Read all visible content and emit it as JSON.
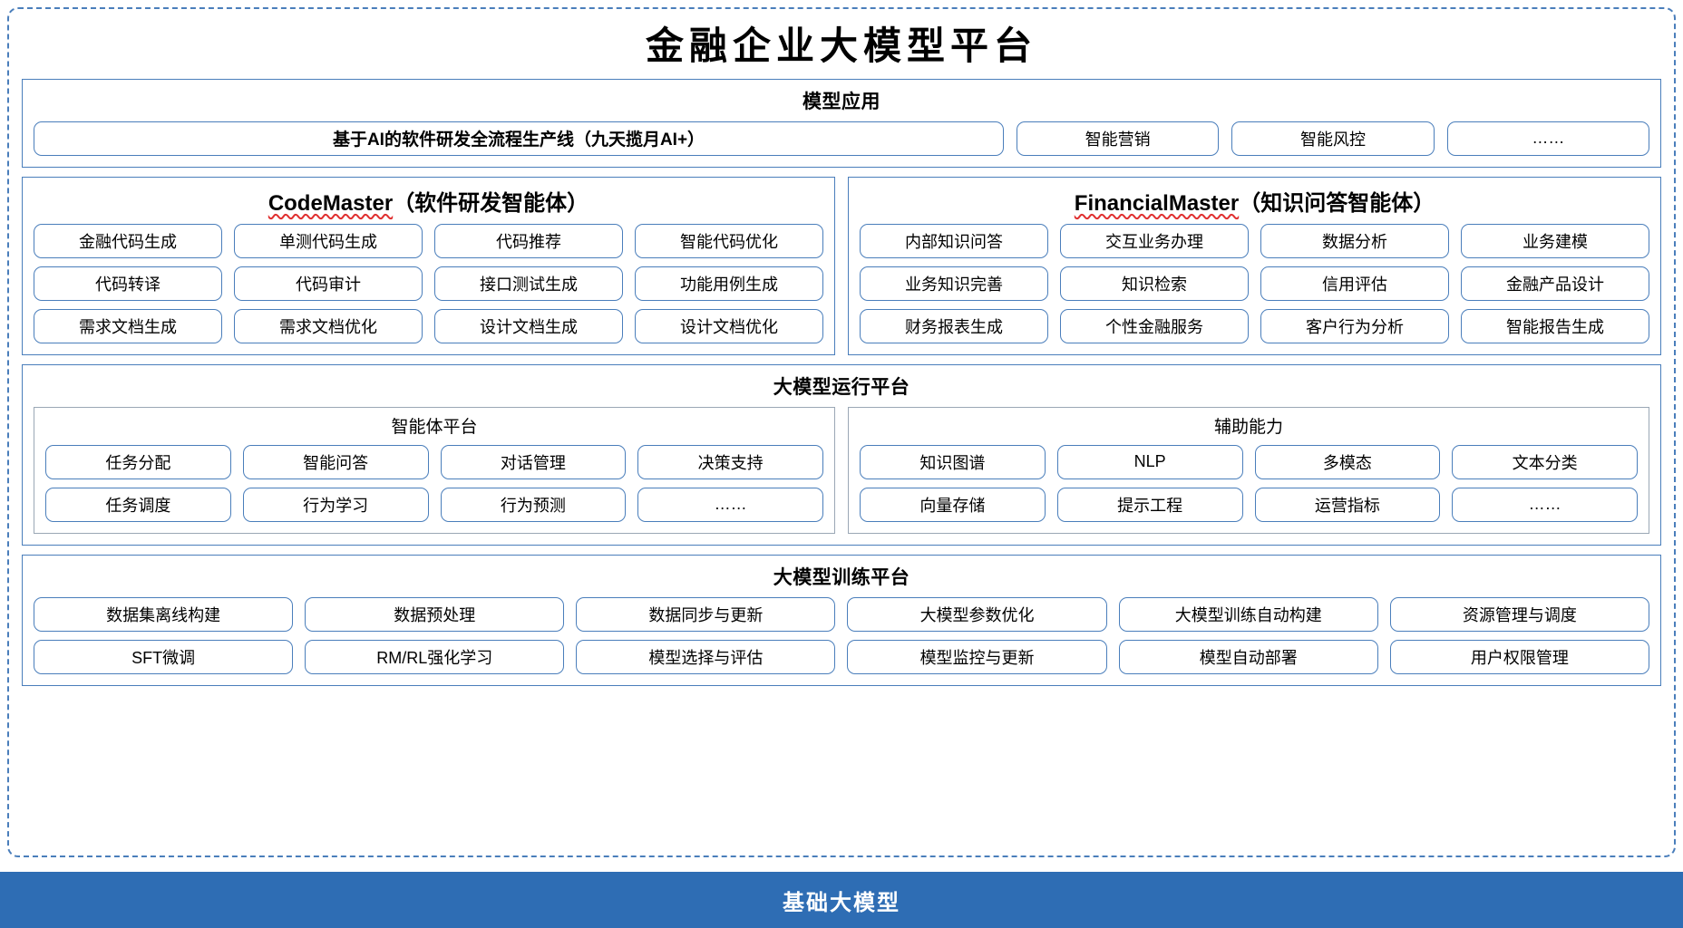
{
  "title": "金融企业大模型平台",
  "colors": {
    "frame_blue": "#4a7ebb",
    "base_bar_blue": "#2e6db4",
    "spellcheck_red": "#e03030"
  },
  "apps": {
    "title": "模型应用",
    "items": [
      "基于AI的软件研发全流程生产线（九天揽月AI+）",
      "智能营销",
      "智能风控",
      "……"
    ]
  },
  "code_master": {
    "name": "CodeMaster",
    "suffix": "（软件研发智能体）",
    "items": [
      "金融代码生成",
      "单测代码生成",
      "代码推荐",
      "智能代码优化",
      "代码转译",
      "代码审计",
      "接口测试生成",
      "功能用例生成",
      "需求文档生成",
      "需求文档优化",
      "设计文档生成",
      "设计文档优化"
    ]
  },
  "financial_master": {
    "name": "FinancialMaster",
    "suffix": "（知识问答智能体）",
    "items": [
      "内部知识问答",
      "交互业务办理",
      "数据分析",
      "业务建模",
      "业务知识完善",
      "知识检索",
      "信用评估",
      "金融产品设计",
      "财务报表生成",
      "个性金融服务",
      "客户行为分析",
      "智能报告生成"
    ]
  },
  "runtime": {
    "title": "大模型运行平台",
    "agent_platform": {
      "title": "智能体平台",
      "items": [
        "任务分配",
        "智能问答",
        "对话管理",
        "决策支持",
        "任务调度",
        "行为学习",
        "行为预测",
        "……"
      ]
    },
    "support_capability": {
      "title": "辅助能力",
      "items": [
        "知识图谱",
        "NLP",
        "多模态",
        "文本分类",
        "向量存储",
        "提示工程",
        "运营指标",
        "……"
      ]
    }
  },
  "training": {
    "title": "大模型训练平台",
    "items": [
      "数据集离线构建",
      "数据预处理",
      "数据同步与更新",
      "大模型参数优化",
      "大模型训练自动构建",
      "资源管理与调度",
      "SFT微调",
      "RM/RL强化学习",
      "模型选择与评估",
      "模型监控与更新",
      "模型自动部署",
      "用户权限管理"
    ]
  },
  "base_model": {
    "label": "基础大模型"
  }
}
